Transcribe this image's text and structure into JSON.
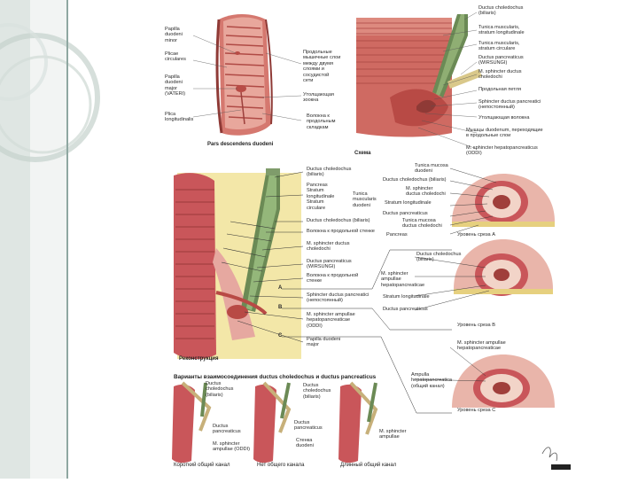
{
  "colors": {
    "accent": "#8fa7a1",
    "wall": "#c9565a",
    "wall_light": "#e6a8a0",
    "fat": "#f3e7a8",
    "duct": "#6b8a55",
    "background": "#ffffff"
  },
  "top_left": {
    "papilla_minor": "Papilla\nduodeni\nminor",
    "plicae_circulares": "Plicae\ncirculares",
    "papilla_major": "Papilla\nduodeni\nmajor\n(VATERI)",
    "plica_longitudinalis": "Plica\nlongitudinalis",
    "muscle_fibers": "Продольные\nмышечные слои\nмеждy двумя\nслоями и\nсосудистой\nсети",
    "muscle_ring": "Утолщающая\nзоокна",
    "folds": "Волокна к\nпродольным\nскладкам",
    "caption": "Pars descendens duodeni"
  },
  "top_right": {
    "ductus_choledochus": "Ductus choledochus\n(biliaris)",
    "tunica_longitudinale": "Tunica muscularis,\nstratum longitudinale",
    "tunica_circulare": "Tunica muscularis,\nstratum circulare",
    "ductus_pancreaticus": "Ductus pancreaticus\n(WIRSUNGI)",
    "sphincter_choledochi": "M. sphincter ductus\ncholedochi",
    "longitudinal_fold": "Продольная петля",
    "sphincter_pancreatici": "Sphincter ductus pancreatici\n(непостоянный)",
    "thickened_zone": "Утолщающая волокна",
    "duodenal_muscles": "Мышцы duodenum, переходящие\nв продольные слои",
    "sphincter_ampullae": "M. sphincter hepatopancreaticus\n(ODDI)",
    "caption": "Схема"
  },
  "middle": {
    "ductus_choledochus": "Ductus choledochus\n(biliaris)",
    "stratum_longitudinale": "Pancreas\nStratum\nlongitudinale\nStratum\ncirculare",
    "tunica_muscularis": "Tunica\nmuscularis\nduodeni",
    "choledochus_biliaris": "Ductus choledochus (biliaris)",
    "fibers_longitudinal": "Волокна к продольной стенке",
    "sphincter_choledochi": "M. sphincter ductus\ncholedochi",
    "ductus_pancreaticus": "Ductus pancreaticus\n(WIRSUNGI)",
    "fibers_longitudinal_layer": "Волокна к продольной\nстенке",
    "sphincter_pancreatici": "Sphincter ductus pancreatici\n(непостоянный)",
    "sphincter_ampullae": "M. sphincter ampullae\nhepatopancreaticae\n(ODDI)",
    "papilla": "Papilla duodeni\nmajor",
    "caption": "Реконструкция",
    "A": "A",
    "B": "B",
    "C": "C"
  },
  "right_sections": {
    "tunica_mucosa": "Tunica mucosa\nduodeni",
    "choledochus_biliaris": "Ductus choledochus (biliaris)",
    "sphincter_choledochi": "M. sphincter\nductus choledochi",
    "stratum_longitudinale": "Stratum longitudinale",
    "ductus_pancreaticus": "Ductus pancreaticus",
    "tunica_mucosa2": "Tunica mucosa\nductus choledochi",
    "pancreas": "Pancreas",
    "level_a": "Уровень среза A",
    "choledochus_b": "Ductus choledochus\n(biliaris)",
    "sphincter_ampullae_b": "M. sphincter\nampullae\nhepatopancreaticae",
    "stratum_longitudinale_b": "Stratum longitudinale",
    "ductus_pancreaticus_b": "Ductus pancreaticus",
    "level_b": "Уровень среза B",
    "sphincter_ampullae_c": "M. sphincter ampullae\nhepatopancreaticae",
    "ampulla": "Ampulla\nhepatopancreatica\n(общий канал)",
    "level_c": "Уровень среза C"
  },
  "bottom": {
    "title": "Варианты взаимосоединения ductus choledochus и ductus pancreaticus",
    "choledochus_1": "Ductus\ncholedochus\n(biliaris)",
    "choledochus_2": "Ductus\ncholedochus\n(biliaris)",
    "pancreaticus_1": "Ductus\npancreaticus",
    "sphincter_1": "M. sphincter\nampullae (ODDI)",
    "pancreaticus_2": "Ductus\npancreaticus",
    "septum": "Стенка\nduodeni",
    "sphincter_3": "M. sphincter\nampullae",
    "short_canal": "Короткий общий канал",
    "no_canal": "Нет общего канала",
    "long_canal": "Длинный общий канал"
  }
}
